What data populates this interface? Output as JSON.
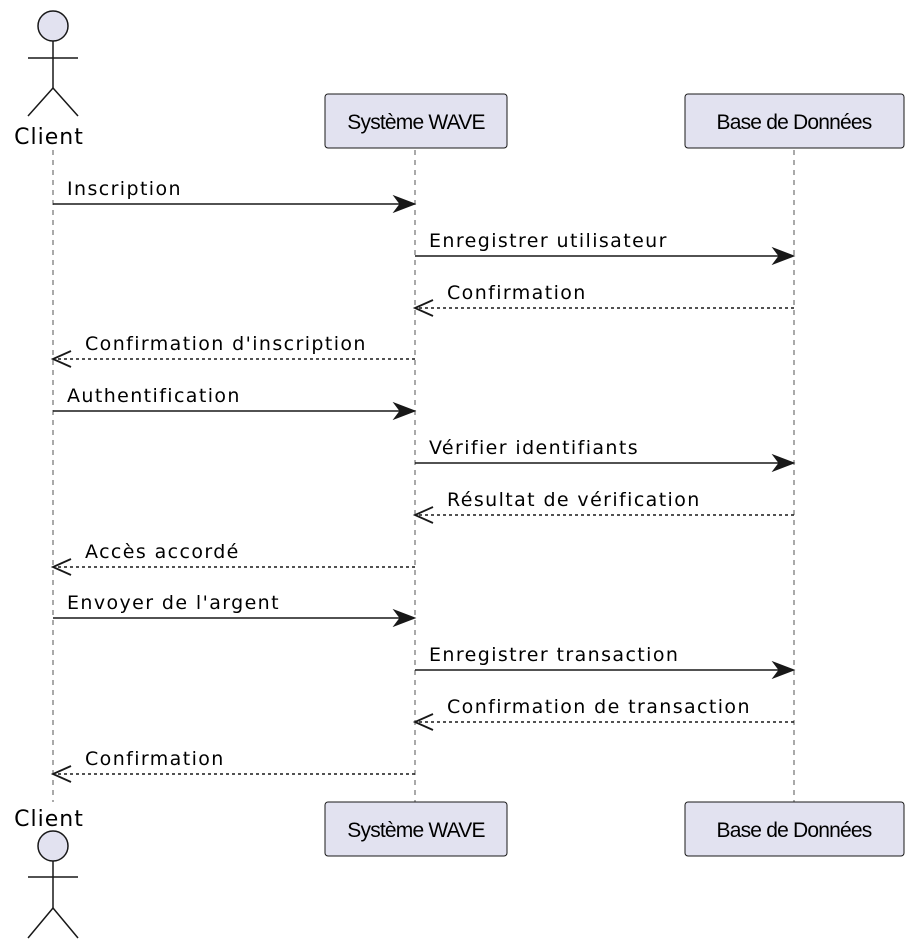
{
  "participants": {
    "client": {
      "label": "Client"
    },
    "system": {
      "label": "Système WAVE"
    },
    "db": {
      "label": "Base de Données"
    }
  },
  "messages": [
    {
      "label": "Inscription",
      "from": "client",
      "to": "system",
      "style": "solid"
    },
    {
      "label": "Enregistrer utilisateur",
      "from": "system",
      "to": "db",
      "style": "solid"
    },
    {
      "label": "Confirmation",
      "from": "db",
      "to": "system",
      "style": "dashed"
    },
    {
      "label": "Confirmation d'inscription",
      "from": "system",
      "to": "client",
      "style": "dashed"
    },
    {
      "label": "Authentification",
      "from": "client",
      "to": "system",
      "style": "solid"
    },
    {
      "label": "Vérifier identifiants",
      "from": "system",
      "to": "db",
      "style": "solid"
    },
    {
      "label": "Résultat de vérification",
      "from": "db",
      "to": "system",
      "style": "dashed"
    },
    {
      "label": "Accès accordé",
      "from": "system",
      "to": "client",
      "style": "dashed"
    },
    {
      "label": "Envoyer de l'argent",
      "from": "client",
      "to": "system",
      "style": "solid"
    },
    {
      "label": "Enregistrer transaction",
      "from": "system",
      "to": "db",
      "style": "solid"
    },
    {
      "label": "Confirmation de transaction",
      "from": "db",
      "to": "system",
      "style": "dashed"
    },
    {
      "label": "Confirmation",
      "from": "system",
      "to": "client",
      "style": "dashed"
    }
  ]
}
